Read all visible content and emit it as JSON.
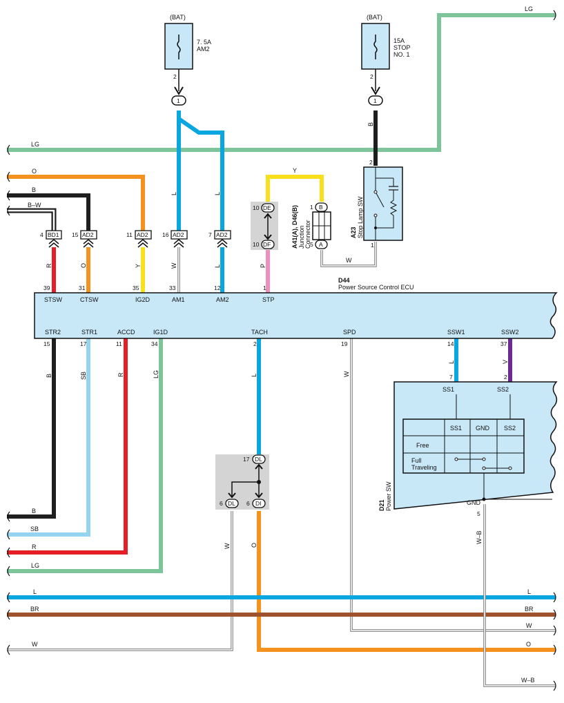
{
  "colors": {
    "LG": "#7dc49a",
    "O": "#f4921f",
    "B": "#1f1f1f",
    "L": "#0aa6df",
    "Y": "#f8e11c",
    "R": "#e41f26",
    "P": "#ee8fbe",
    "SB": "#94d4f0",
    "V": "#6a2c91",
    "BR": "#a0522d",
    "W": "#ffffff",
    "comp": "#c8e7f7",
    "junction": "#d4d4d4"
  },
  "fuses": {
    "am2": {
      "bat": "(BAT)",
      "rating": "7. 5A",
      "name": "AM2",
      "pin": "2",
      "conn": "1"
    },
    "stop": {
      "bat": "(BAT)",
      "rating": "15A",
      "name": "STOP",
      "name2": "NO. 1",
      "pin": "2",
      "conn": "1"
    }
  },
  "ecu": {
    "code": "D44",
    "name": "Power Source Control ECU",
    "top_pins": [
      {
        "num": "39",
        "name": "STSW"
      },
      {
        "num": "31",
        "name": "CTSW"
      },
      {
        "num": "35",
        "name": "IG2D"
      },
      {
        "num": "33",
        "name": "AM1"
      },
      {
        "num": "12",
        "name": "AM2"
      },
      {
        "num": "1",
        "name": "STP"
      }
    ],
    "bottom_pins": [
      {
        "num": "15",
        "name": "STR2"
      },
      {
        "num": "17",
        "name": "STR1"
      },
      {
        "num": "11",
        "name": "ACCD"
      },
      {
        "num": "34",
        "name": "IG1D"
      },
      {
        "num": "2",
        "name": "TACH"
      },
      {
        "num": "19",
        "name": "SPD"
      },
      {
        "num": "14",
        "name": "SSW1"
      },
      {
        "num": "37",
        "name": "SSW2"
      }
    ]
  },
  "connectors": {
    "bd1": {
      "label": "BD1",
      "pin": "4"
    },
    "ad2_15": {
      "label": "AD2",
      "pin": "15"
    },
    "ad2_11": {
      "label": "AD2",
      "pin": "11"
    },
    "ad2_16": {
      "label": "AD2",
      "pin": "16"
    },
    "ad2_7": {
      "label": "AD2",
      "pin": "7"
    },
    "de": {
      "label": "DE",
      "pin": "10"
    },
    "df": {
      "label": "DF",
      "pin": "10"
    },
    "dl_top": {
      "label": "DL",
      "pin": "17"
    },
    "dl_bot": {
      "label": "DL",
      "pin": "6"
    },
    "di": {
      "label": "DI",
      "pin": "6"
    }
  },
  "junction_connector": {
    "code": "A41(A), D46(B)",
    "name": "Junction",
    "name2": "Connector",
    "b_pin": "1",
    "b_label": "B",
    "a_pin": "5",
    "a_label": "A"
  },
  "stop_lamp_sw": {
    "code": "A23",
    "name": "Stop Lamp SW",
    "pin_top": "2",
    "pin_bot": "1"
  },
  "power_sw": {
    "code": "D21",
    "name": "Power SW",
    "pins": {
      "ss1": "7",
      "ss2": "2",
      "gnd": "5"
    },
    "labels": {
      "ss1": "SS1",
      "ss2": "SS2",
      "gnd": "GND"
    },
    "table": {
      "headers": [
        "SS1",
        "GND",
        "SS2"
      ],
      "rows": [
        "Free",
        "Full",
        "Traveling"
      ]
    }
  },
  "wire_labels": {
    "lg_top": "LG",
    "lg_left": "LG",
    "o_left": "O",
    "b_left": "B",
    "bw_left": "B–W",
    "y_top": "Y",
    "w_jc": "W",
    "b_stop": "B",
    "l_am1": "L",
    "l_am2": "L",
    "r_stsw": "R",
    "o_ctsw": "O",
    "y_ig2d": "Y",
    "w_am1": "W",
    "l_am2b": "L",
    "p_stp": "P",
    "b_str2": "B",
    "sb_str1": "SB",
    "r_accd": "R",
    "lg_ig1d": "LG",
    "l_tach": "L",
    "w_spd": "W",
    "l_ssw1": "L",
    "v_ssw2": "V",
    "w_dl": "W",
    "o_di": "O",
    "wb_gnd": "W–B",
    "out_b": "B",
    "out_sb": "SB",
    "out_r": "R",
    "out_lg": "LG",
    "bus_l_left": "L",
    "bus_l_right": "L",
    "bus_br_left": "BR",
    "bus_br_right": "BR",
    "bus_w_right": "W",
    "bus_o_right": "O",
    "bus_w_left": "W",
    "bus_wb_right": "W–B"
  }
}
